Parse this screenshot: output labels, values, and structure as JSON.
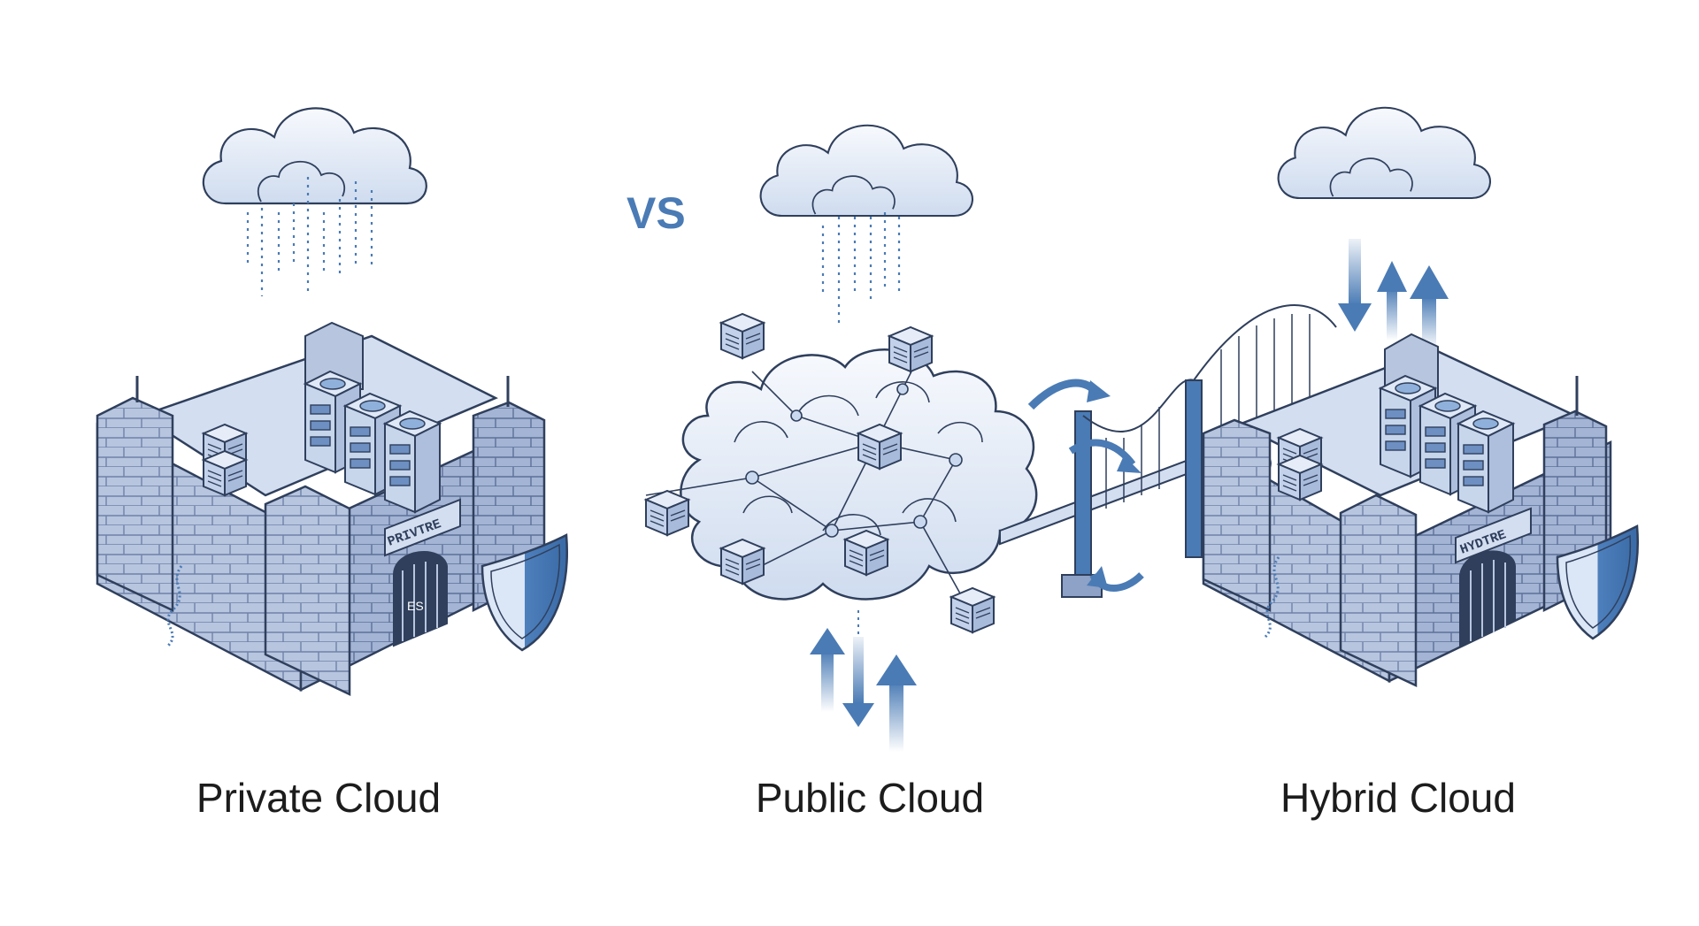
{
  "vs_label": "VS",
  "panels": [
    {
      "id": "private",
      "caption": "Private Cloud",
      "gate_sign": "PRIVTRE",
      "gate_text": "ES"
    },
    {
      "id": "public",
      "caption": "Public Cloud"
    },
    {
      "id": "hybrid",
      "caption": "Hybrid Cloud",
      "gate_sign": "HYDTRE"
    }
  ],
  "colors": {
    "stone": "#b7c5df",
    "stone_dark": "#8ea1c6",
    "stone_line": "#2f3f5c",
    "cloud_fill": "#eef3fb",
    "cloud_shade": "#c9d8ee",
    "accent": "#3f71ae",
    "arrow": "#4a7bb5",
    "text": "#1c1c1c"
  },
  "icons": [
    "cloud-icon",
    "castle-icon",
    "server-rack-icon",
    "shield-icon",
    "bridge-icon",
    "arrow-icon",
    "vine-icon"
  ]
}
